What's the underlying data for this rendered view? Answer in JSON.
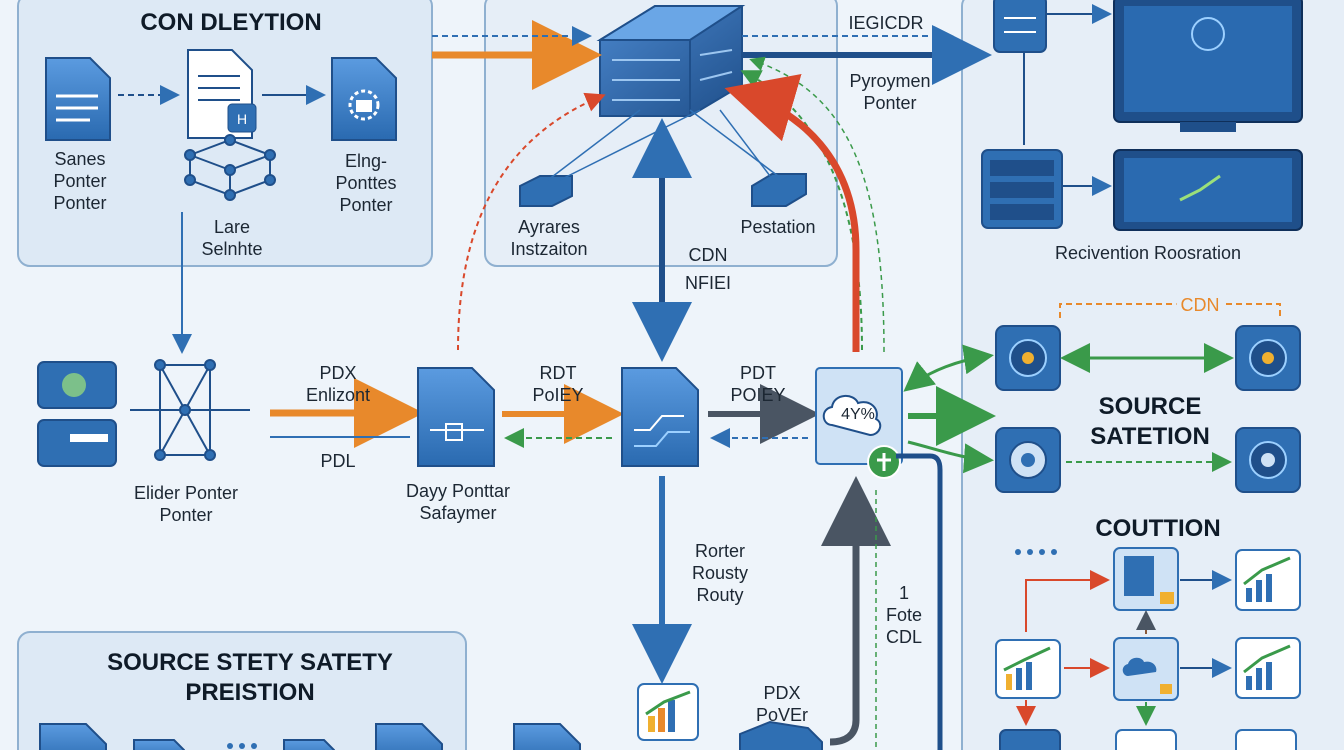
{
  "panels": {
    "top_left": {
      "title": "CON DLEYTION"
    },
    "bottom_left": {
      "title": "SOURCE STETY SATETY\nPREISTION"
    },
    "right_source": {
      "title": "SOURCE\nSATETION"
    },
    "right_coution": {
      "title": "COUTTION"
    }
  },
  "labels": {
    "sanes": "Sanes\nPonter\nPonter",
    "elng": "Elng-\nPonttes\nPonter",
    "lare": "Lare\nSelnhte",
    "iegicdr": "IEGICDR",
    "pyroymen": "Pyroymen\nPonter",
    "ayrares": "Ayrares\nInstzaiton",
    "pestation": "Pestation",
    "recivention": "Recivention Roosration",
    "cdn_top": "CDN",
    "nfiei": "NFIEI",
    "cdn_right": "CDN",
    "pdx_enli": "PDX\nEnlizont",
    "pdl": "PDL",
    "rdt": "RDT\nPoIEY",
    "pdt": "PDT\nPOIEY",
    "cloud_pct": "4Y%",
    "elider": "Elider Ponter\nPonter",
    "dayy": "Dayy Ponttar\nSafaymer",
    "rorter": "Rorter\nRousty\nRouty",
    "fote": "1\nFote\nCDL",
    "pdx_pover": "PDX\nPoVEr"
  },
  "colors": {
    "blue": "#2f6fb3",
    "dark_blue": "#1f4f8a",
    "orange": "#e8892b",
    "red": "#d9482b",
    "green": "#3a9a4a",
    "gray": "#4a5563",
    "panel_bg": "#dde9f5",
    "panel_border": "#8fb0d0"
  }
}
